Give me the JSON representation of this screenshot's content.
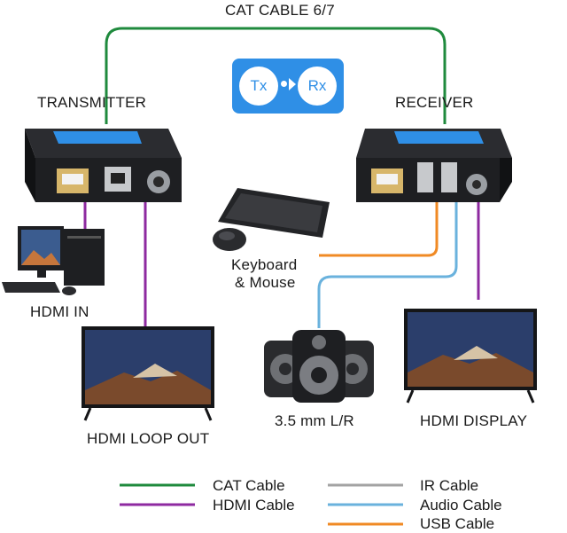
{
  "cat_cable_label": "CAT CABLE 6/7",
  "transmitter_label": "TRANSMITTER",
  "receiver_label": "RECEIVER",
  "badge": {
    "tx": "Tx",
    "rx": "Rx"
  },
  "keyboard_label_line1": "Keyboard",
  "keyboard_label_line2": "& Mouse",
  "hdmi_in_label": "HDMI IN",
  "hdmi_loop_out_label": "HDMI LOOP OUT",
  "audio_label": "3.5 mm L/R",
  "hdmi_display_label": "HDMI DISPLAY",
  "legend": [
    {
      "text": "CAT Cable",
      "color": "#1f8a3d"
    },
    {
      "text": "HDMI Cable",
      "color": "#8e2aa0"
    },
    {
      "text": "IR Cable",
      "color": "#a3a3a3"
    },
    {
      "text": "Audio Cable",
      "color": "#6ab2dd"
    },
    {
      "text": "USB Cable",
      "color": "#f08a24"
    }
  ],
  "colors": {
    "cat": "#1f8a3d",
    "hdmi": "#8e2aa0",
    "ir": "#a3a3a3",
    "audio": "#6ab2dd",
    "usb": "#f08a24",
    "badge_blue": "#2f8fe6",
    "device_body": "#1e1f22"
  },
  "icons": [
    "transmitter-device",
    "receiver-device",
    "keyboard-icon",
    "mouse-icon",
    "desktop-pc-icon",
    "tv-icon",
    "speaker-icon"
  ]
}
